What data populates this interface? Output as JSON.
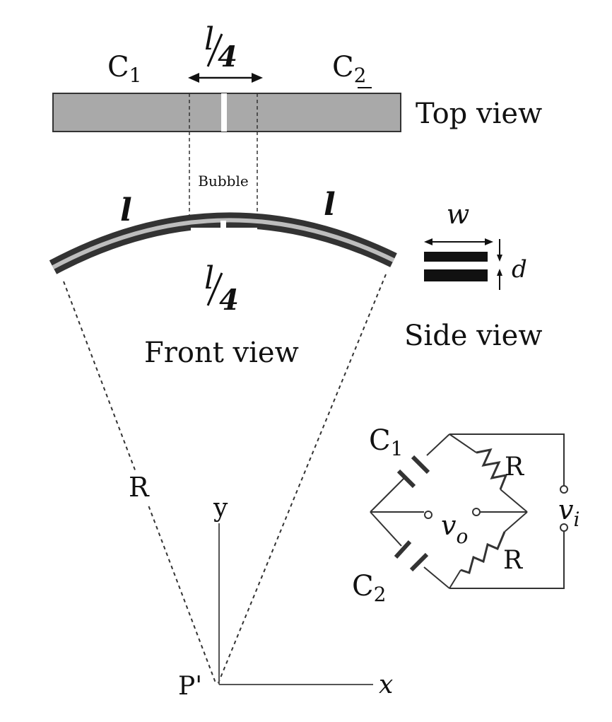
{
  "top": {
    "c1_main": "C",
    "c1_sub": "1",
    "c2_main": "C",
    "c2_sub": "2",
    "quarter_num": "l",
    "quarter_den": "4",
    "top_view": "Top view"
  },
  "bubble": "Bubble",
  "front": {
    "left_l": "l",
    "right_l": "l",
    "quarter_num": "l",
    "quarter_den": "4",
    "front_view": "Front view"
  },
  "side": {
    "w": "w",
    "d": "d",
    "side_view": "Side view"
  },
  "radius": {
    "R": "R",
    "y": "y",
    "x": "x",
    "P": "P'"
  },
  "circuit": {
    "c1_main": "C",
    "c1_sub": "1",
    "c2_main": "C",
    "c2_sub": "2",
    "r_top": "R",
    "r_bottom": "R",
    "vo_main": "v",
    "vo_sub": "o",
    "vi_main": "v",
    "vi_sub": "i"
  },
  "colors": {
    "bar_fill": "#a9a9a9",
    "arc_dark": "#333333",
    "arc_light": "#bdbdbd",
    "ink": "#111111"
  }
}
